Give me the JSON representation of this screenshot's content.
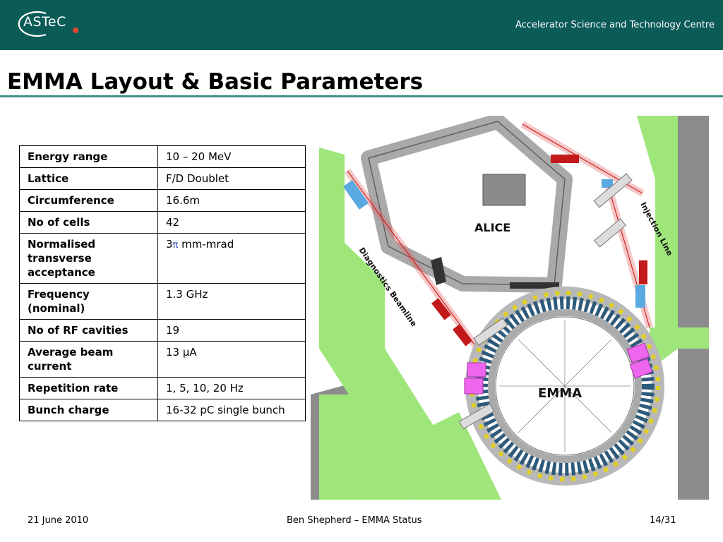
{
  "header": {
    "logo_text": "ASTeC",
    "organization": "Accelerator Science and Technology Centre"
  },
  "slide": {
    "title": "EMMA Layout & Basic Parameters"
  },
  "parameters": [
    {
      "name": "Energy range",
      "value": "10 – 20 MeV"
    },
    {
      "name": "Lattice",
      "value": "F/D Doublet"
    },
    {
      "name": "Circumference",
      "value": "16.6m"
    },
    {
      "name": "No of cells",
      "value": "42"
    },
    {
      "name": "Normalised transverse acceptance",
      "value_prefix": "3",
      "value_symbol": "π",
      "value_suffix": " mm-mrad"
    },
    {
      "name": "Frequency (nominal)",
      "value": "1.3 GHz"
    },
    {
      "name": "No of RF cavities",
      "value": "19"
    },
    {
      "name": "Average beam current",
      "value": "13 µA"
    },
    {
      "name": "Repetition rate",
      "value": "1, 5, 10, 20 Hz"
    },
    {
      "name": "Bunch charge",
      "value": "16-32 pC single bunch"
    }
  ],
  "diagram": {
    "labels": {
      "alice": "ALICE",
      "emma": "EMMA",
      "injection": "Injection Line",
      "diagnostics": "Diagnostics Beamline"
    }
  },
  "footer": {
    "date": "21 June 2010",
    "center": "Ben Shepherd – EMMA Status",
    "page": "14/31"
  }
}
